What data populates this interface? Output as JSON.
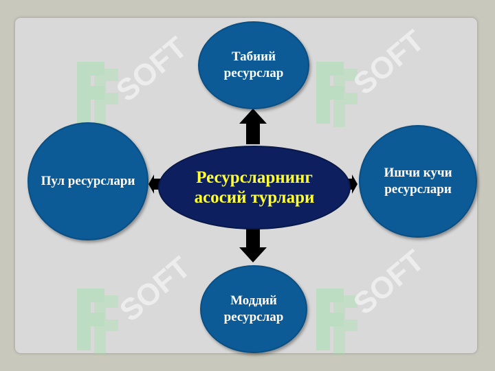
{
  "center": {
    "label": "Ресурсларнинг асосий турлари"
  },
  "nodes": {
    "top": "Табиий ресурслар",
    "left": "Пул ресурслари",
    "right": "Ишчи кучи ресурслари",
    "bottom": "Моддий ресурслар"
  },
  "watermark": {
    "text": "SOFT"
  },
  "colors": {
    "node_fill": "#0c5a96",
    "center_fill": "#0d1f5e",
    "center_text": "#ffff33",
    "node_text": "#ffffff",
    "arrow": "#000000"
  }
}
